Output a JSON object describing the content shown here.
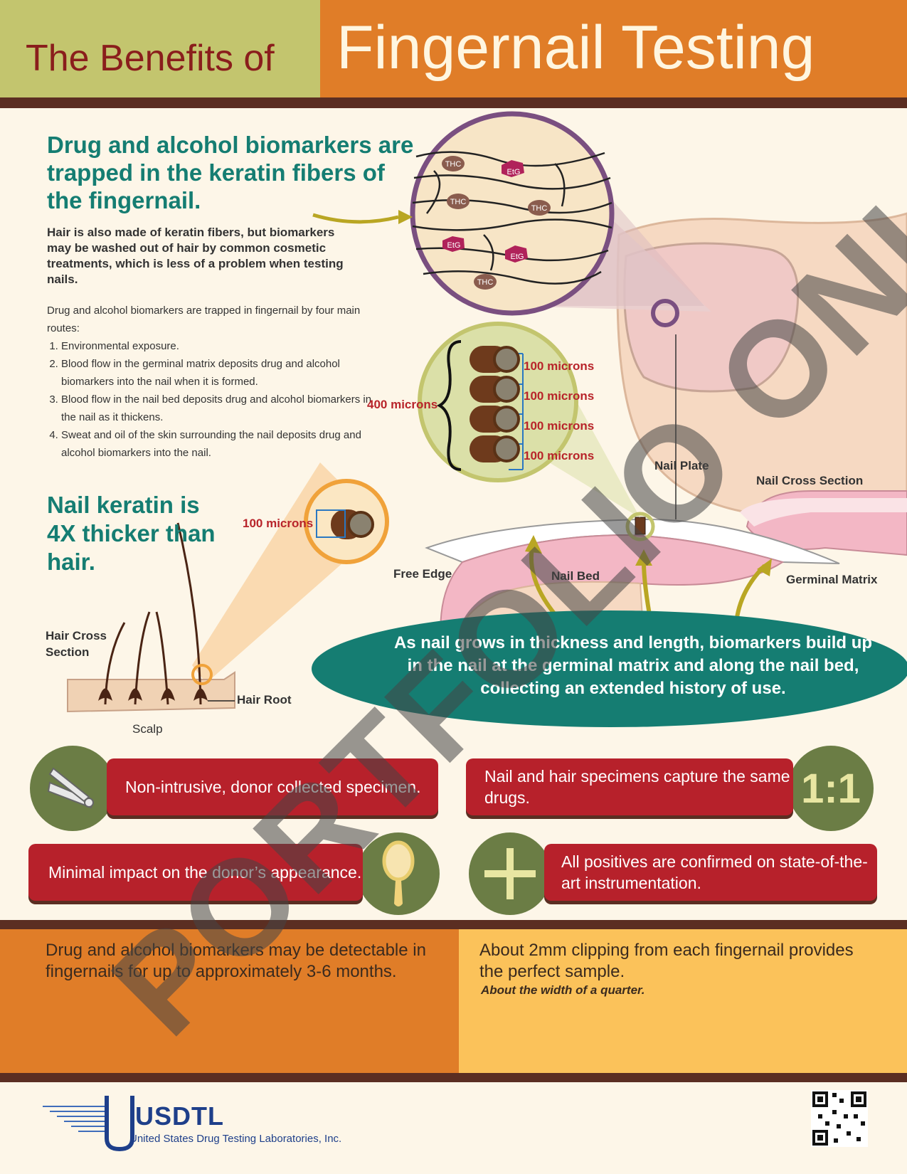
{
  "header": {
    "title_left": "The Benefits of",
    "title_right": "Fingernail Testing"
  },
  "section1": {
    "headline": "Drug and alcohol biomarkers are trapped in the keratin fibers of the fingernail.",
    "intro": "Hair is also made of keratin fibers, but biomarkers may be washed out of hair by common cosmetic treatments, which is less of a problem when testing nails.",
    "routes_intro": "Drug and alcohol biomarkers are trapped in fingernail by four main routes:",
    "routes": [
      "Environmental exposure.",
      "Blood flow in the germinal matrix deposits drug and alcohol biomarkers into the nail when it is formed.",
      "Blood flow in the nail bed deposits drug and alcohol biomarkers in the nail as it thickens.",
      "Sweat and oil of the skin surrounding the nail deposits drug and alcohol biomarkers into the nail."
    ]
  },
  "fibers": {
    "markers": [
      "THC",
      "EtG",
      "THC",
      "THC",
      "EtG",
      "EtG",
      "THC"
    ]
  },
  "nail_diagram": {
    "total": "400 microns",
    "layers": [
      "100 microns",
      "100 microns",
      "100 microns",
      "100 microns"
    ],
    "nail_plate": "Nail Plate",
    "cross_section": "Nail Cross Section",
    "free_edge": "Free Edge",
    "nail_bed": "Nail Bed",
    "germinal_matrix": "Germinal Matrix",
    "growth_text": "As nail grows in thickness and length, biomarkers build up in the nail at the germinal matrix and along the nail bed, collecting an extended history of use."
  },
  "hair": {
    "headline": "Nail keratin is 4X thicker than hair.",
    "micron": "100 microns",
    "cross_section": "Hair Cross Section",
    "hair_root": "Hair Root",
    "scalp": "Scalp"
  },
  "benefits": {
    "b1": "Non-intrusive, donor collected specimen.",
    "b2": "Nail and hair specimens capture the same drugs.",
    "b2_badge": "1:1",
    "b3": "Minimal impact on the donor’s appearance.",
    "b4": "All positives are confirmed on state-of-the-art instrumentation."
  },
  "bottom": {
    "left_text": "Drug and alcohol biomarkers may be detectable in fingernails for up to approximately 3-6 months.",
    "right_text": "About 2mm clipping from each fingernail provides the perfect sample.",
    "right_note": "About the width of a quarter."
  },
  "footer": {
    "logo": "USDTL",
    "company": "United States Drug Testing Laboratories, Inc."
  },
  "watermark": "PORTFOLIO ONLY",
  "colors": {
    "teal": "#157d72",
    "red": "#b7212b",
    "orange": "#e07d28",
    "olive": "#6b7d45",
    "brown": "#5b2e22"
  }
}
